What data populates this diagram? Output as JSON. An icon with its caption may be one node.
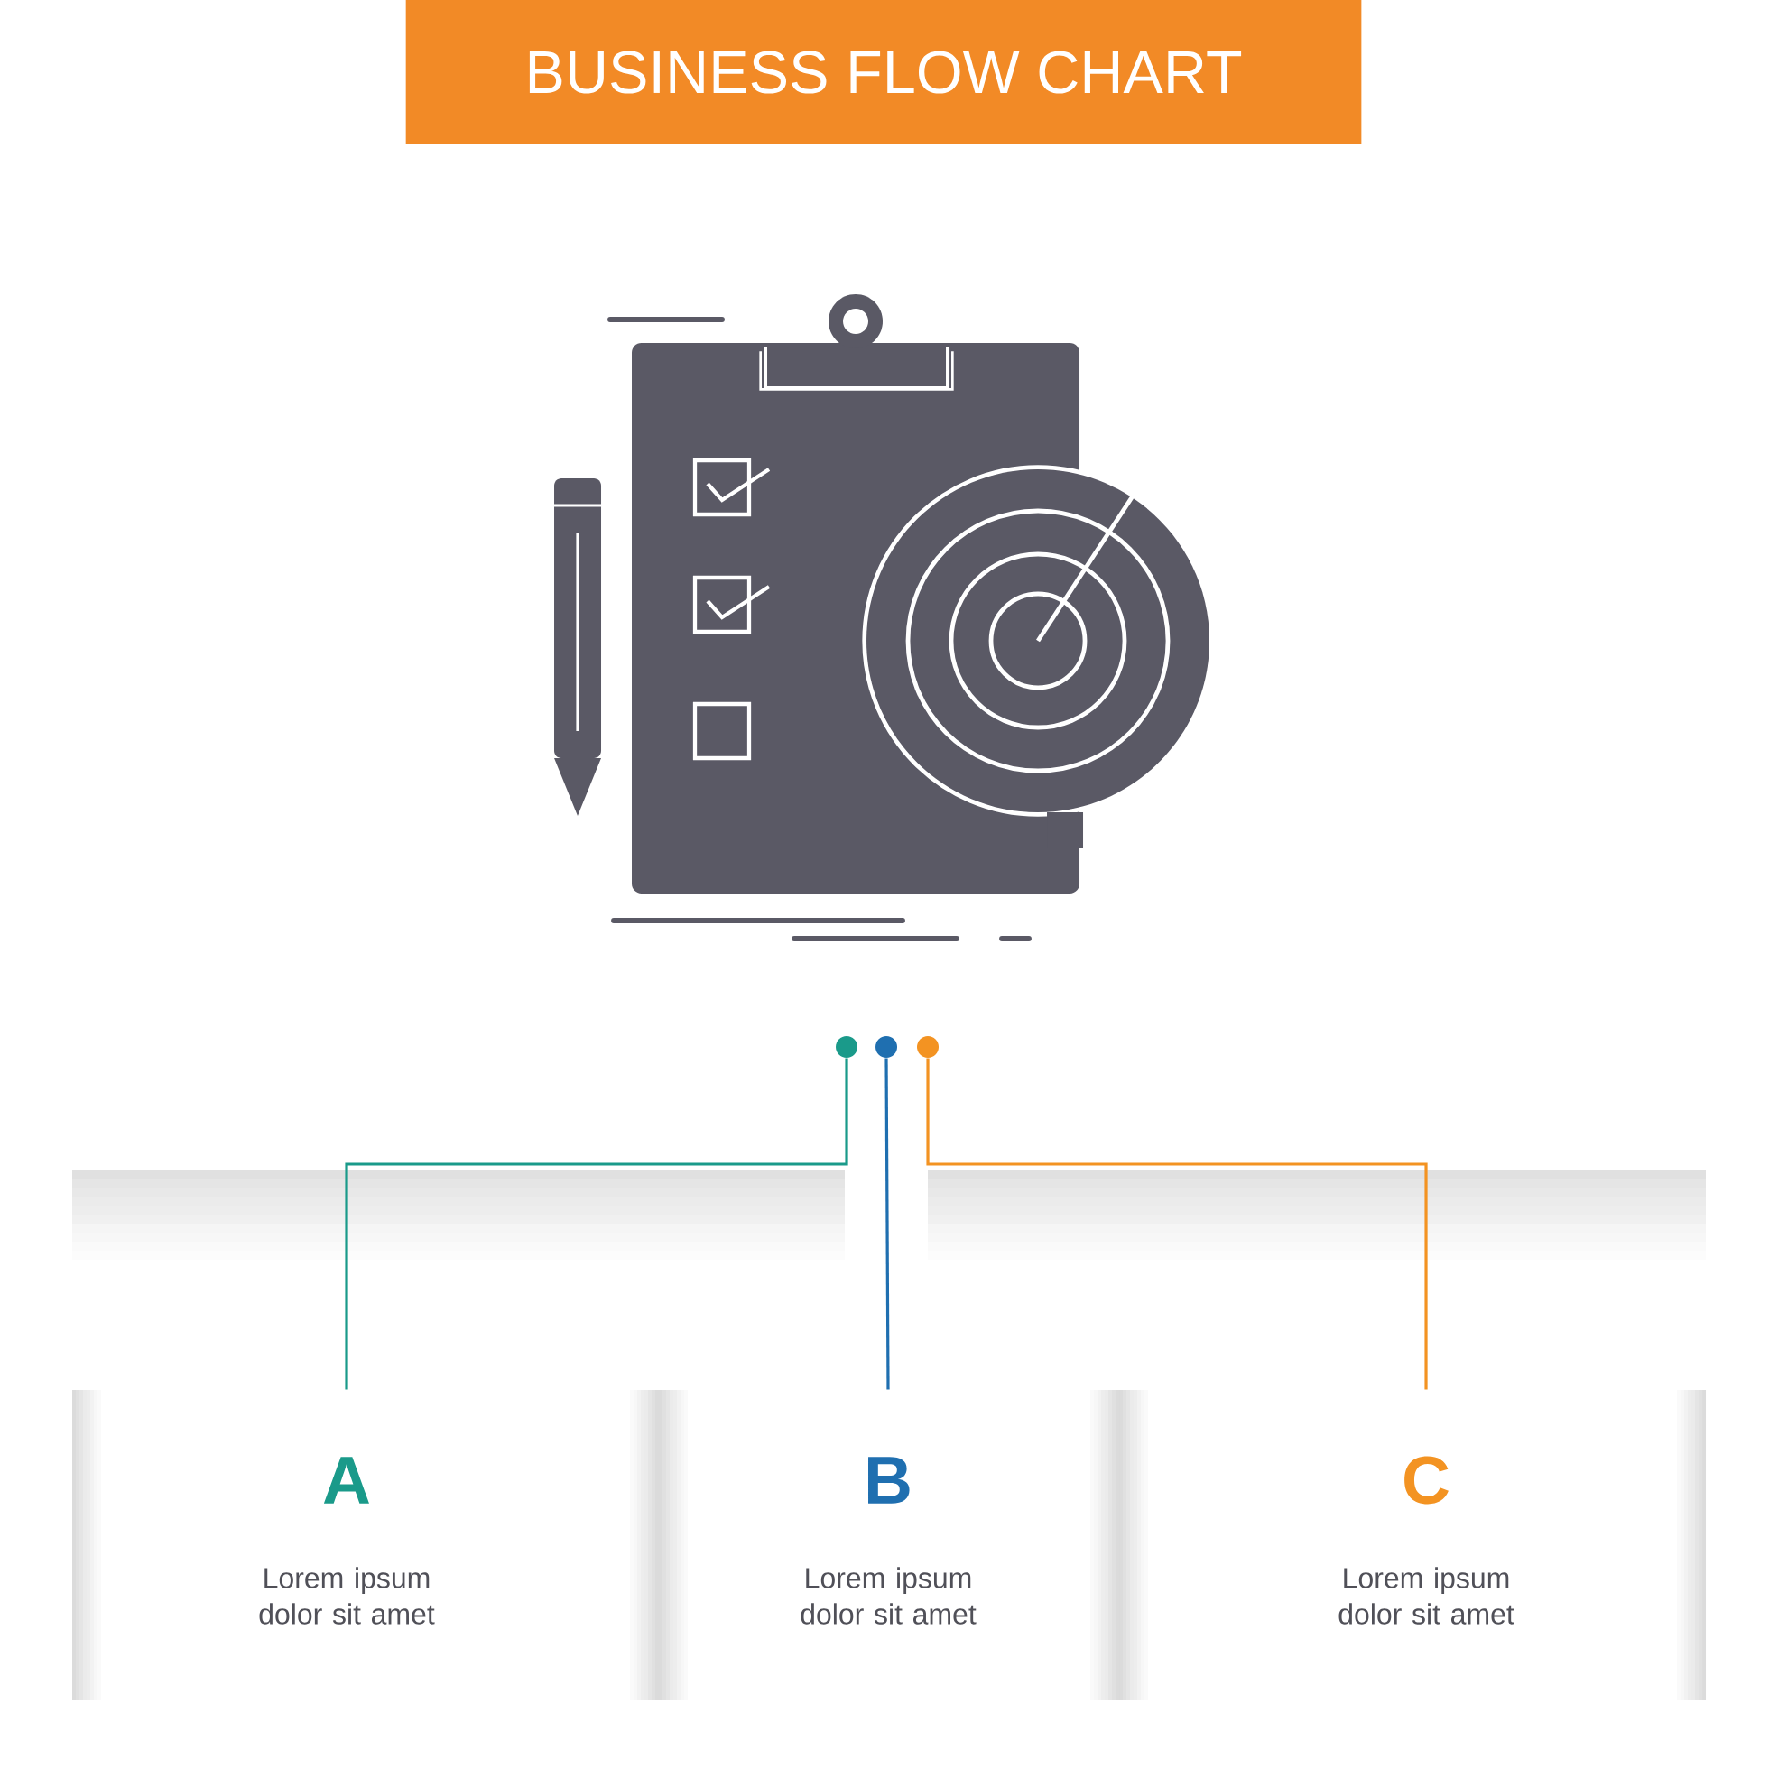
{
  "diagram": {
    "title": "BUSINESS FLOW CHART",
    "nodes": [
      {
        "text": [],
        "shape": "circle"
      },
      {
        "text": [],
        "shape": "circle"
      },
      {
        "text": [],
        "shape": "circle"
      },
      {
        "text": [
          "A",
          "Lorem ipsum dolor sit amet"
        ]
      },
      {
        "text": [
          "B",
          "Lorem ipsum dolor sit amet"
        ]
      },
      {
        "text": [
          "C",
          "Lorem ipsum dolor sit amet"
        ]
      }
    ],
    "edges": [
      {
        "from": 0,
        "to": 3,
        "arrow": "none",
        "color": "#1a9a8a"
      },
      {
        "from": 1,
        "to": 4,
        "arrow": "none",
        "color": "#1f6fb0"
      },
      {
        "from": 2,
        "to": 5,
        "arrow": "none",
        "color": "#f39322"
      }
    ]
  }
}
